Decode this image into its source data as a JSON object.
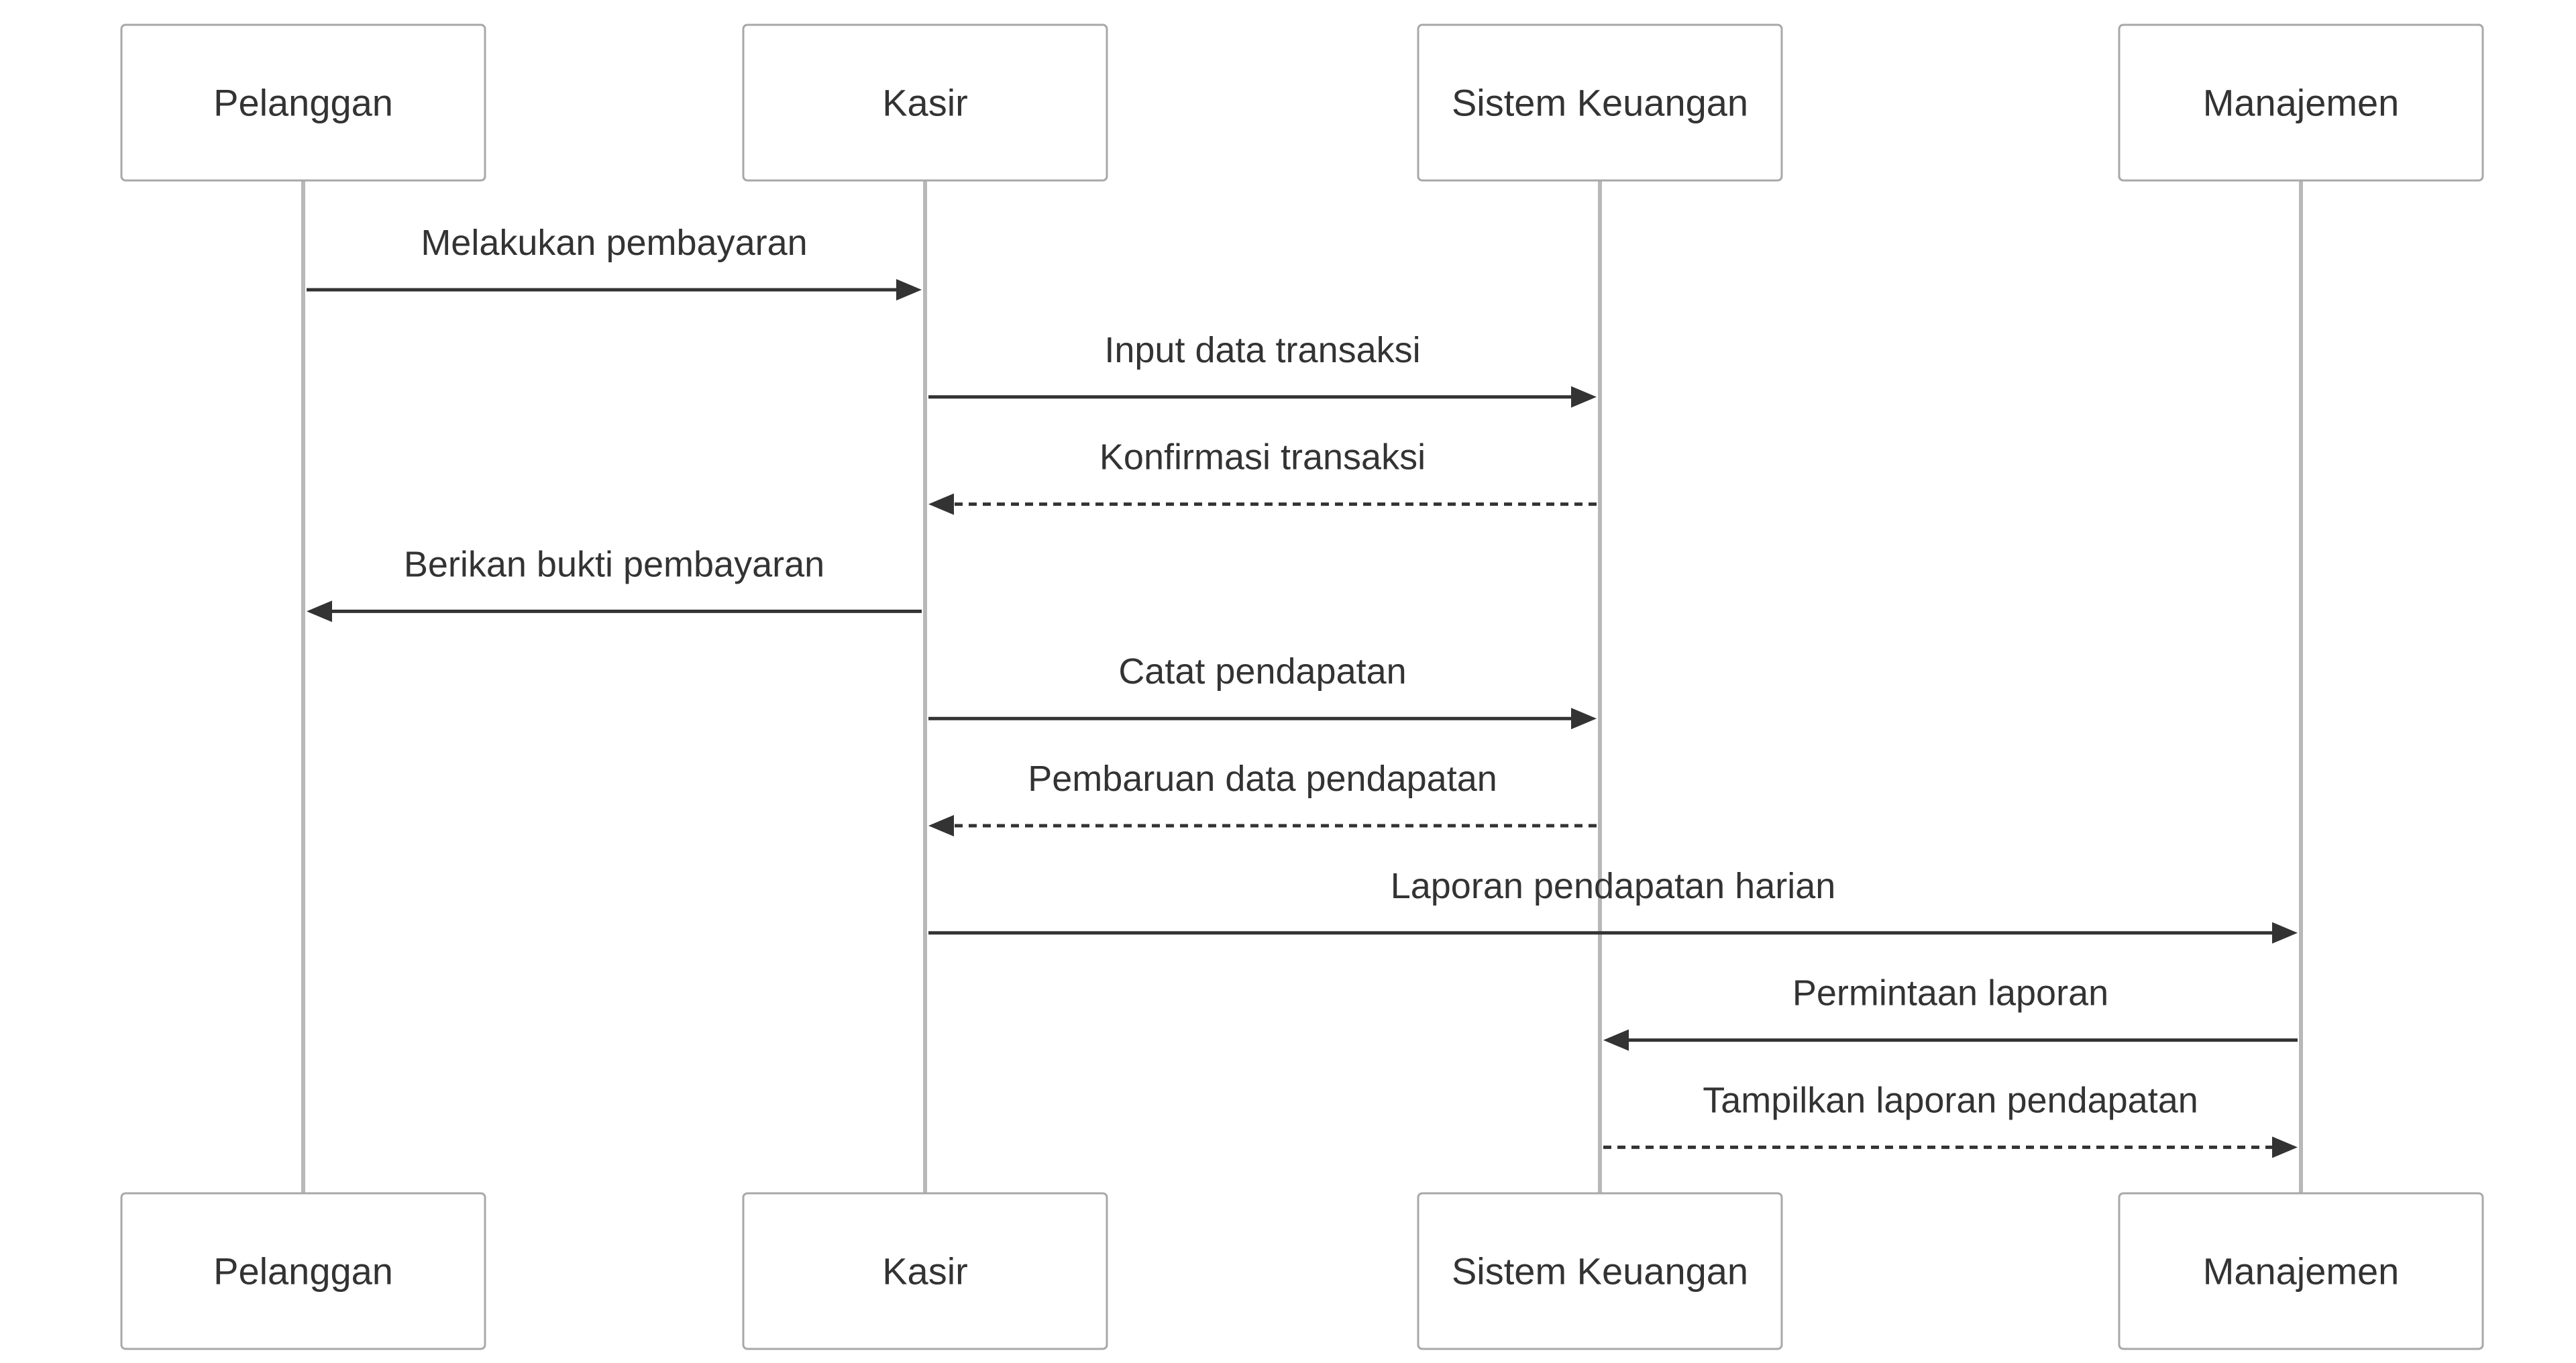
{
  "participants": [
    {
      "id": "pelanggan",
      "name": "Pelanggan"
    },
    {
      "id": "kasir",
      "name": "Kasir"
    },
    {
      "id": "keuangan",
      "name": "Sistem Keuangan"
    },
    {
      "id": "manajemen",
      "name": "Manajemen"
    }
  ],
  "messages": [
    {
      "from": "pelanggan",
      "to": "kasir",
      "label": "Melakukan pembayaran",
      "style": "solid"
    },
    {
      "from": "kasir",
      "to": "keuangan",
      "label": "Input data transaksi",
      "style": "solid"
    },
    {
      "from": "keuangan",
      "to": "kasir",
      "label": "Konfirmasi transaksi",
      "style": "dashed"
    },
    {
      "from": "kasir",
      "to": "pelanggan",
      "label": "Berikan bukti pembayaran",
      "style": "solid"
    },
    {
      "from": "kasir",
      "to": "keuangan",
      "label": "Catat pendapatan",
      "style": "solid"
    },
    {
      "from": "keuangan",
      "to": "kasir",
      "label": "Pembaruan data pendapatan",
      "style": "dashed"
    },
    {
      "from": "kasir",
      "to": "manajemen",
      "label": "Laporan pendapatan harian",
      "style": "solid"
    },
    {
      "from": "manajemen",
      "to": "keuangan",
      "label": "Permintaan laporan",
      "style": "solid"
    },
    {
      "from": "keuangan",
      "to": "manajemen",
      "label": "Tampilkan laporan pendapatan",
      "style": "dashed"
    }
  ],
  "colors": {
    "line": "#333333",
    "lifeline": "#b8b8b8",
    "box_border": "#a8a8a8"
  }
}
